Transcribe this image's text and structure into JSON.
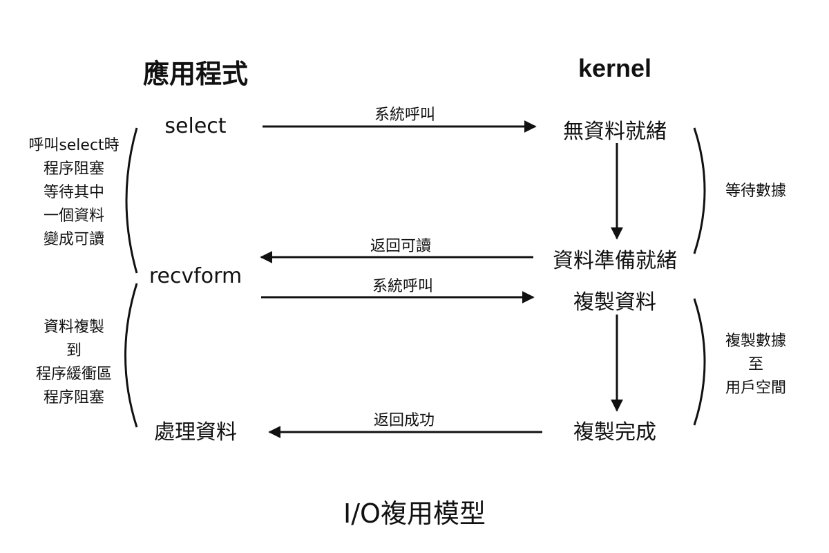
{
  "headers": {
    "app": "應用程式",
    "kernel": "kernel"
  },
  "app_steps": {
    "select": "select",
    "recvfrom": "recvform",
    "process": "處理資料"
  },
  "kernel_steps": {
    "no_data": "無資料就緒",
    "data_ready": "資料準備就緒",
    "copy_data": "複製資料",
    "copy_done": "複製完成"
  },
  "arrow_labels": {
    "syscall_1": "系統呼叫",
    "return_readable": "返回可讀",
    "syscall_2": "系統呼叫",
    "return_success": "返回成功"
  },
  "left_notes": {
    "block_select": [
      "呼叫select時",
      "程序阻塞",
      "等待其中",
      "一個資料",
      "變成可讀"
    ],
    "block_copy": [
      "資料複製",
      "到",
      "程序緩衝區",
      "程序阻塞"
    ]
  },
  "right_notes": {
    "wait_data": [
      "等待數據"
    ],
    "copy_to_user": [
      "複製數據",
      "至",
      "用戶空間"
    ]
  },
  "title": "I/O複用模型"
}
